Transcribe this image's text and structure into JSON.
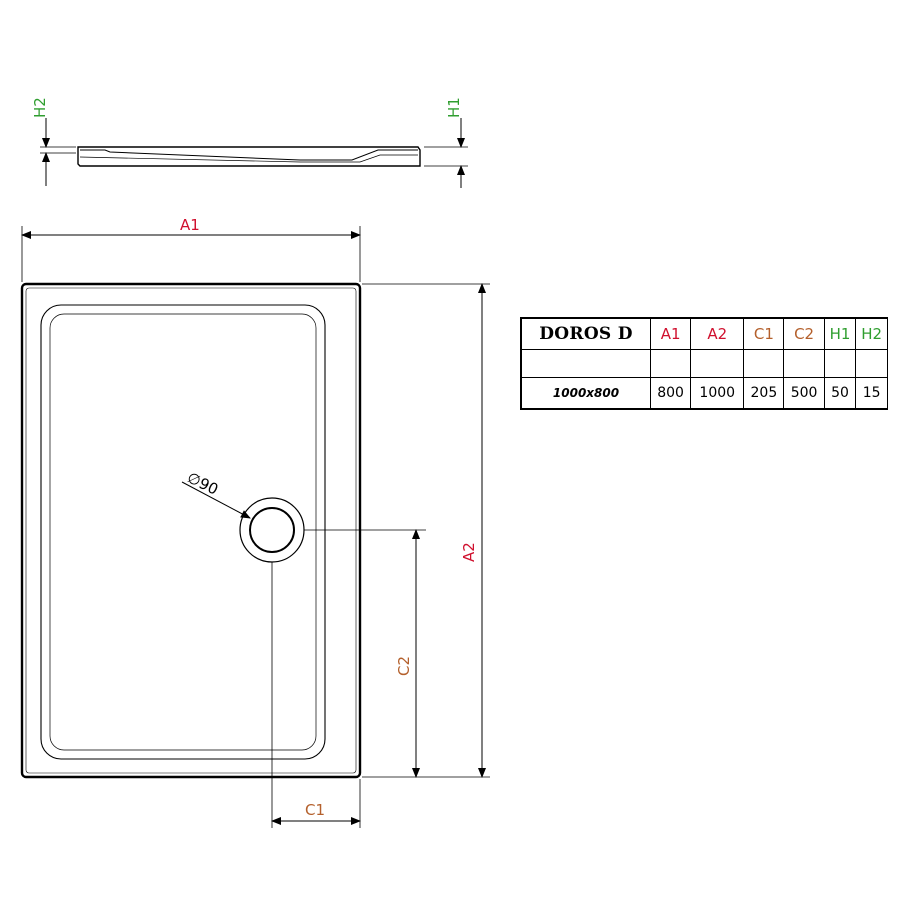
{
  "colors": {
    "a_red": "#d0102e",
    "c_brown": "#b4602c",
    "h_green": "#2f9e2f",
    "line": "#000000"
  },
  "labels": {
    "h1": "H1",
    "h2": "H2",
    "a1": "A1",
    "a2": "A2",
    "c1": "C1",
    "c2": "C2",
    "drain_diameter": "∅90"
  },
  "table": {
    "model": "DOROS D",
    "headers": [
      "A1",
      "A2",
      "C1",
      "C2",
      "H1",
      "H2"
    ],
    "rows": [
      {
        "size": "1000x800",
        "values": [
          "800",
          "1000",
          "205",
          "500",
          "50",
          "15"
        ]
      }
    ]
  }
}
